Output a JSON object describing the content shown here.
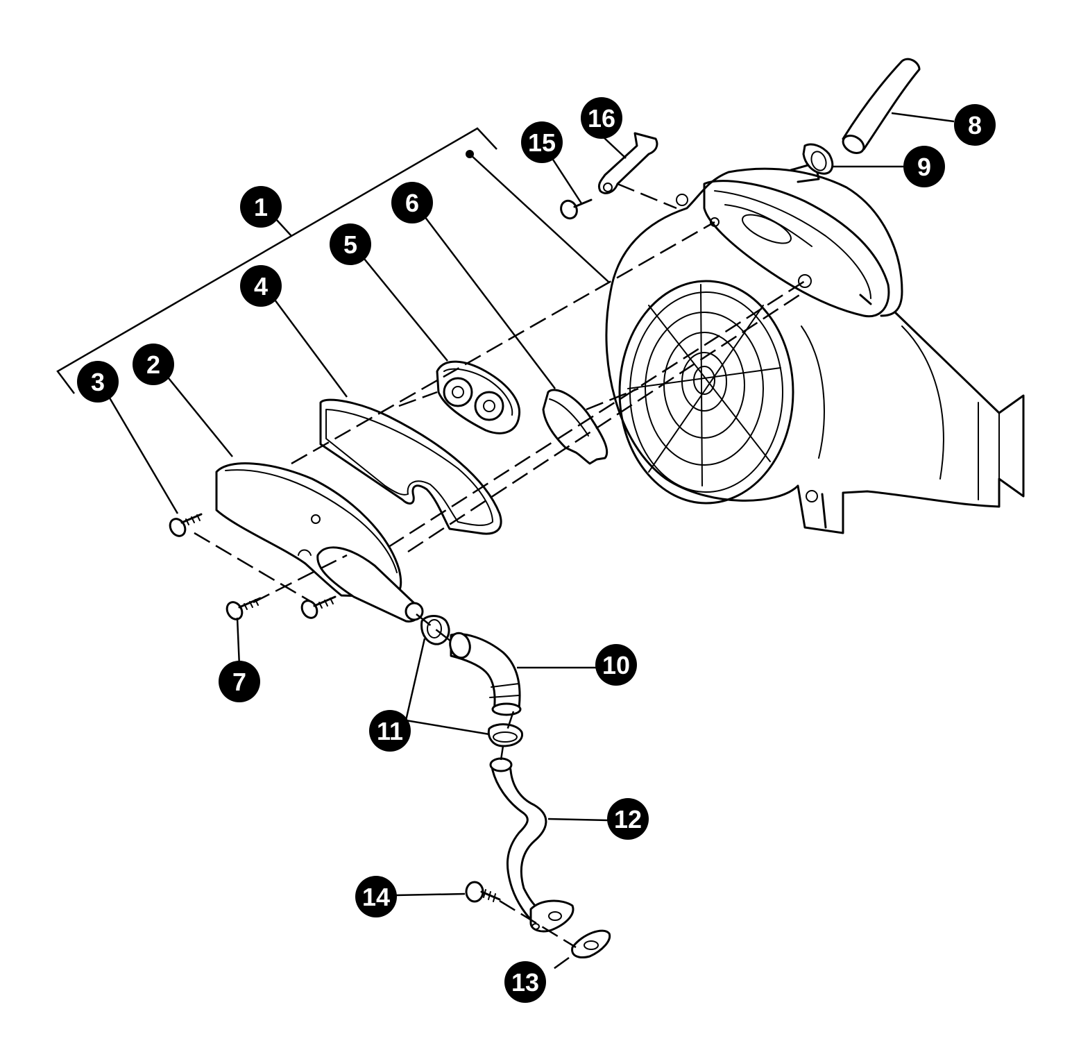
{
  "diagram": {
    "callouts": [
      {
        "label": "1"
      },
      {
        "label": "2"
      },
      {
        "label": "3"
      },
      {
        "label": "4"
      },
      {
        "label": "5"
      },
      {
        "label": "6"
      },
      {
        "label": "7"
      },
      {
        "label": "8"
      },
      {
        "label": "9"
      },
      {
        "label": "10"
      },
      {
        "label": "11"
      },
      {
        "label": "12"
      },
      {
        "label": "13"
      },
      {
        "label": "14"
      },
      {
        "label": "15"
      },
      {
        "label": "16"
      }
    ],
    "colors": {
      "ink": "#000000",
      "paper": "#ffffff",
      "callout_text": "#ffffff"
    }
  }
}
